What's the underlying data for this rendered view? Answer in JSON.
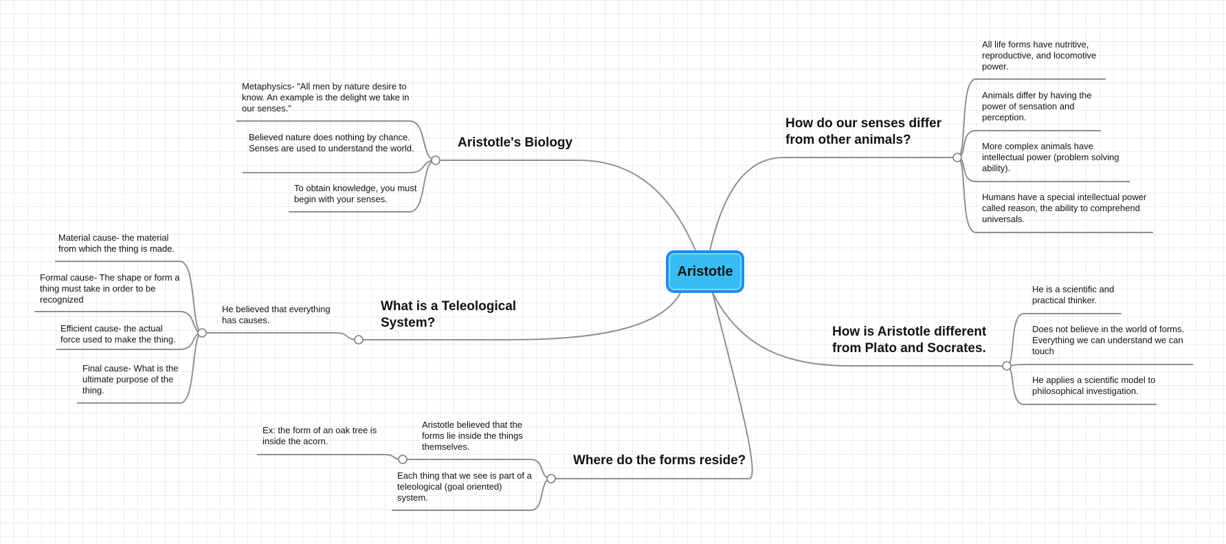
{
  "root": {
    "label": "Aristotle"
  },
  "topics": {
    "biology": {
      "label": "Aristotle's Biology",
      "items": [
        "Metaphysics- \"All men by nature desire to know. An example is the delight we take in our senses.\"",
        "Believed nature does nothing by chance.  Senses are used to understand the world.",
        "To obtain knowledge, you must begin with your senses."
      ]
    },
    "teleological": {
      "label": "What is a Teleological System?",
      "sub": "He believed that everything has causes.",
      "causes": [
        "Material cause- the material from which the thing is made.",
        "Formal cause- The shape or form a thing must take in order to be recognized",
        "Efficient cause- the actual force used to make the thing.",
        "Final cause- What is the ultimate purpose of the thing."
      ]
    },
    "forms": {
      "label": "Where do the forms reside?",
      "items": [
        "Aristotle believed that the forms lie inside the things themselves.",
        "Each thing that we see is part of a teleological (goal oriented) system."
      ],
      "example": "Ex: the form of an oak tree is inside the acorn."
    },
    "senses": {
      "label": "How do our senses differ from other animals?",
      "items": [
        "All life forms have nutritive, reproductive, and locomotive power.",
        "Animals differ by having the power of sensation and perception.",
        "More complex animals have intellectual power (problem solving ability).",
        "Humans have a special intellectual power called reason, the ability to comprehend universals."
      ]
    },
    "plato": {
      "label": "How is Aristotle different from Plato and Socrates.",
      "items": [
        "He is a scientific and practical thinker.",
        "Does not believe in the world of forms. Everything we can understand we can touch",
        "He applies a scientific model to philosophical investigation."
      ]
    }
  }
}
